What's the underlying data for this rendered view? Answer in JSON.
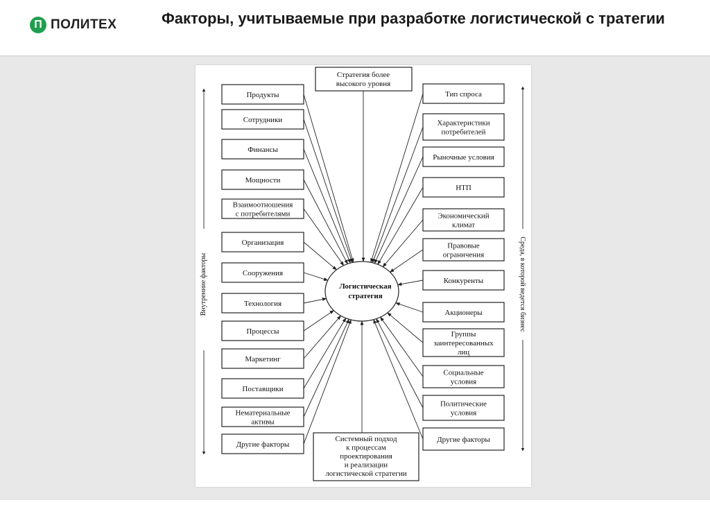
{
  "header": {
    "logo_text": "ПОЛИТЕХ",
    "logo_glyph": "П",
    "title": "Факторы, учитываемые при разработке логистической с тратегии"
  },
  "diagram": {
    "center_line1": "Логистическая",
    "center_line2": "стратегия",
    "top_box_line1": "Стратегия более",
    "top_box_line2": "высокого уровня",
    "bottom_box_lines": [
      "Системный подход",
      "к процессам",
      "проектирования",
      "и реализации",
      "логистической стратегии"
    ],
    "left_axis_label": "Внутренние факторы",
    "right_axis_label": "Среда, в которой ведется бизнес",
    "left_items": [
      [
        "Продукты"
      ],
      [
        "Сотрудники"
      ],
      [
        "Финансы"
      ],
      [
        "Мощности"
      ],
      [
        "Взаимоотношения",
        "с потребителями"
      ],
      [
        "Организация"
      ],
      [
        "Сооружения"
      ],
      [
        "Технология"
      ],
      [
        "Процессы"
      ],
      [
        "Маркетинг"
      ],
      [
        "Поставщики"
      ],
      [
        "Нематериальные",
        "активы"
      ],
      [
        "Другие факторы"
      ]
    ],
    "right_items": [
      [
        "Тип спроса"
      ],
      [
        "Характеристики",
        "потребителей"
      ],
      [
        "Рыночные условия"
      ],
      [
        "НТП"
      ],
      [
        "Экономический",
        "климат"
      ],
      [
        "Правовые",
        "ограничения"
      ],
      [
        "Конкуренты"
      ],
      [
        "Акционеры"
      ],
      [
        "Группы",
        "заинтересованных",
        "лиц"
      ],
      [
        "Социальные",
        "условия"
      ],
      [
        "Политические",
        "условия"
      ],
      [
        "Другие факторы"
      ]
    ]
  }
}
